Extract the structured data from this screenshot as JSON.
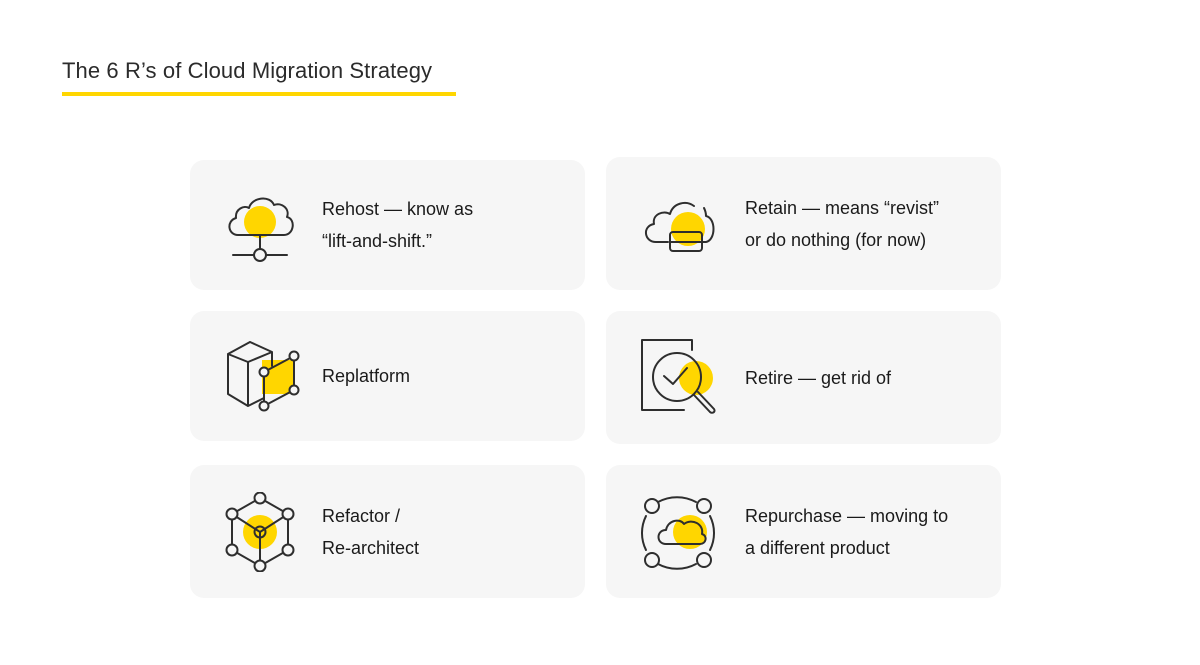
{
  "title": "The 6 R’s of Cloud Migration Strategy",
  "accent_color": "#ffd600",
  "card_background": "#f6f6f6",
  "strategies": [
    {
      "name": "Rehost",
      "icon": "cloud-network-icon",
      "lines": [
        "Rehost — know as",
        "“lift-and-shift.”"
      ]
    },
    {
      "name": "Retain",
      "icon": "cloud-card-icon",
      "lines": [
        "Retain — means “revist”",
        "or do nothing (for now)"
      ]
    },
    {
      "name": "Replatform",
      "icon": "platform-blocks-icon",
      "lines": [
        "Replatform"
      ]
    },
    {
      "name": "Retire",
      "icon": "document-magnifier-check-icon",
      "lines": [
        "Retire — get rid of"
      ]
    },
    {
      "name": "Refactor",
      "icon": "hexagon-nodes-icon",
      "lines": [
        "Refactor /",
        "Re-architect"
      ]
    },
    {
      "name": "Repurchase",
      "icon": "cloud-cycle-icon",
      "lines": [
        "Repurchase — moving to",
        "a different product"
      ]
    }
  ]
}
